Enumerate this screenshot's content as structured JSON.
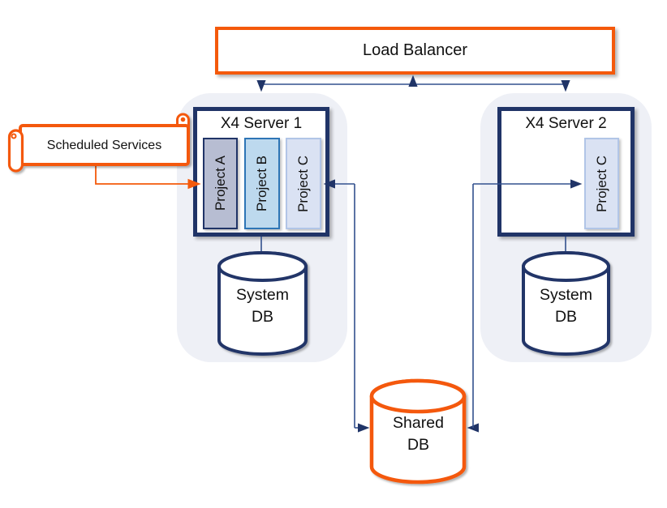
{
  "diagram": {
    "type": "architecture-diagram",
    "colors": {
      "orange_accent": "#F4590B",
      "navy_border": "#203467",
      "connector_line": "#32508E",
      "group_background": "#EEF0F6",
      "project_a_fill": "#B7BDD2",
      "project_b_fill": "#BDD9EE",
      "project_b_border": "#2E75B6",
      "project_c_fill": "#DAE2F3",
      "project_c_border": "#B1C5E7"
    },
    "nodes": {
      "load_balancer": {
        "label": "Load Balancer"
      },
      "scheduled_services": {
        "label": "Scheduled Services"
      },
      "server1": {
        "label": "X4 Server 1",
        "projects": [
          {
            "label": "Project A"
          },
          {
            "label": "Project B"
          },
          {
            "label": "Project C"
          }
        ]
      },
      "server2": {
        "label": "X4 Server 2",
        "projects": [
          {
            "label": "Project C"
          }
        ]
      },
      "system_db_1": {
        "label": "System DB"
      },
      "system_db_2": {
        "label": "System DB"
      },
      "shared_db": {
        "label": "Shared DB"
      }
    },
    "edges": [
      {
        "from": "load_balancer",
        "to": "server1",
        "style": "arrow",
        "color": "navy"
      },
      {
        "from": "load_balancer",
        "to": "server2",
        "style": "arrow",
        "color": "navy"
      },
      {
        "from": "scheduled_services",
        "to": "server1.project_a",
        "style": "arrow",
        "color": "orange"
      },
      {
        "from": "server1.project_c",
        "to": "shared_db",
        "style": "double-arrow",
        "color": "navy"
      },
      {
        "from": "server2.project_c",
        "to": "shared_db",
        "style": "double-arrow",
        "color": "navy"
      },
      {
        "from": "server1",
        "to": "system_db_1",
        "style": "line",
        "color": "navy"
      },
      {
        "from": "server2",
        "to": "system_db_2",
        "style": "line",
        "color": "navy"
      }
    ]
  }
}
